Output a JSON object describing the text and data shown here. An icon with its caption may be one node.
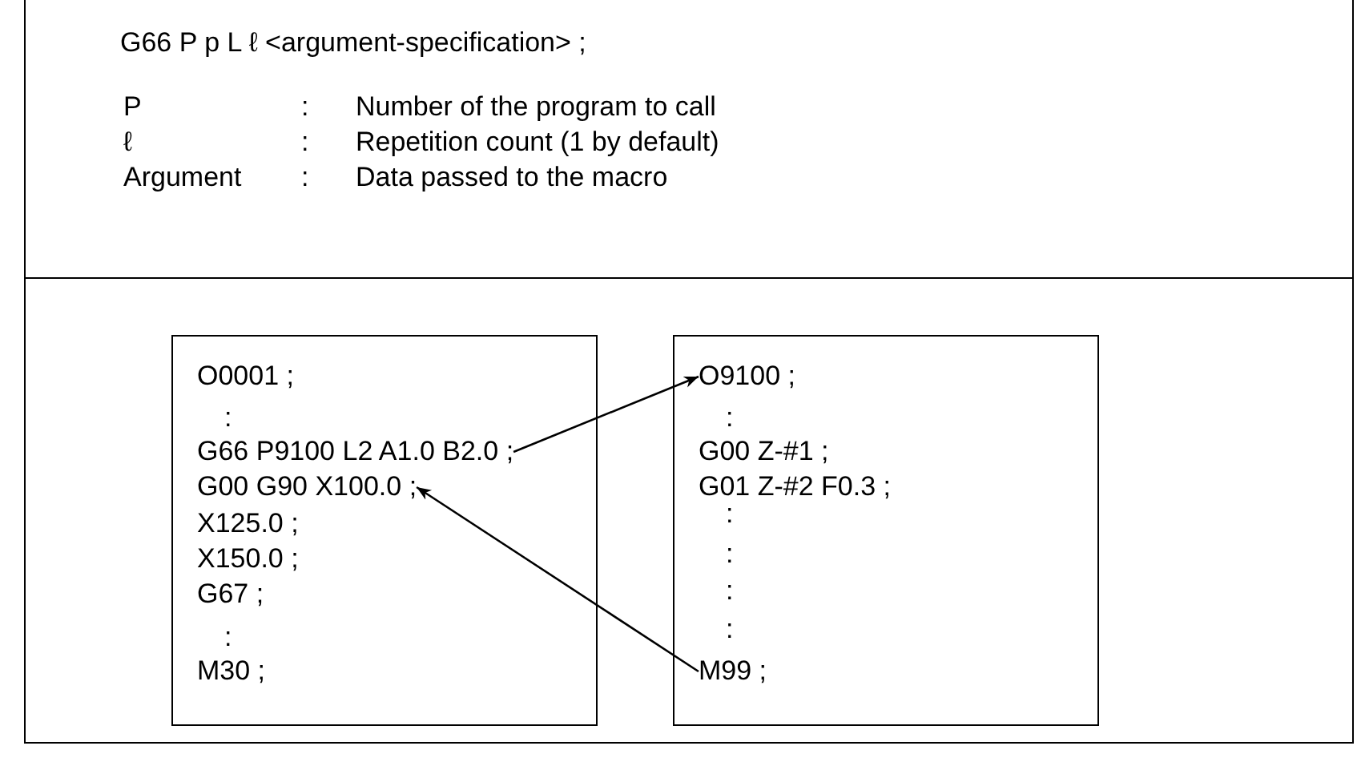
{
  "diagram": {
    "nodes": [
      {
        "text": [],
        "shape": "box"
      },
      {
        "text": [
          "O0001 ;"
        ],
        "in": 0
      },
      {
        "text": [
          ":"
        ],
        "in": 0
      },
      {
        "text": [
          "G66 P9100 L2 A1.0 B2.0 ;"
        ],
        "in": 0
      },
      {
        "text": [
          "G00 G90 X100.0 ;"
        ],
        "in": 0
      },
      {
        "text": [
          "X125.0 ;"
        ],
        "in": 0
      },
      {
        "text": [
          "X150.0 ;"
        ],
        "in": 0
      },
      {
        "text": [
          "G67 ;"
        ],
        "in": 0
      },
      {
        "text": [
          ":"
        ],
        "in": 0
      },
      {
        "text": [
          "M30 ;"
        ],
        "in": 0
      },
      {
        "text": [],
        "shape": "box"
      },
      {
        "text": [
          "O9100 ;"
        ],
        "in": 10
      },
      {
        "text": [
          ":"
        ],
        "in": 10
      },
      {
        "text": [
          "G00 Z-#1 ;"
        ],
        "in": 10
      },
      {
        "text": [
          "G01 Z-#2 F0.3 ;"
        ],
        "in": 10
      },
      {
        "text": [
          ":"
        ],
        "in": 10
      },
      {
        "text": [
          ":"
        ],
        "in": 10
      },
      {
        "text": [
          ":"
        ],
        "in": 10
      },
      {
        "text": [
          ":"
        ],
        "in": 10
      },
      {
        "text": [
          "M99 ;"
        ],
        "in": 10
      }
    ],
    "edges": [
      {
        "from": 3,
        "to": 11,
        "arrow": "to"
      },
      {
        "from": 19,
        "to": 4,
        "arrow": "to"
      }
    ],
    "labels": [
      "G66 P p L ℓ <argument-specification> ;",
      "P",
      ":",
      "Number of the program to call",
      "ℓ",
      ":",
      "Repetition count (1 by default)",
      "Argument",
      ":",
      "Data passed to the macro"
    ]
  }
}
